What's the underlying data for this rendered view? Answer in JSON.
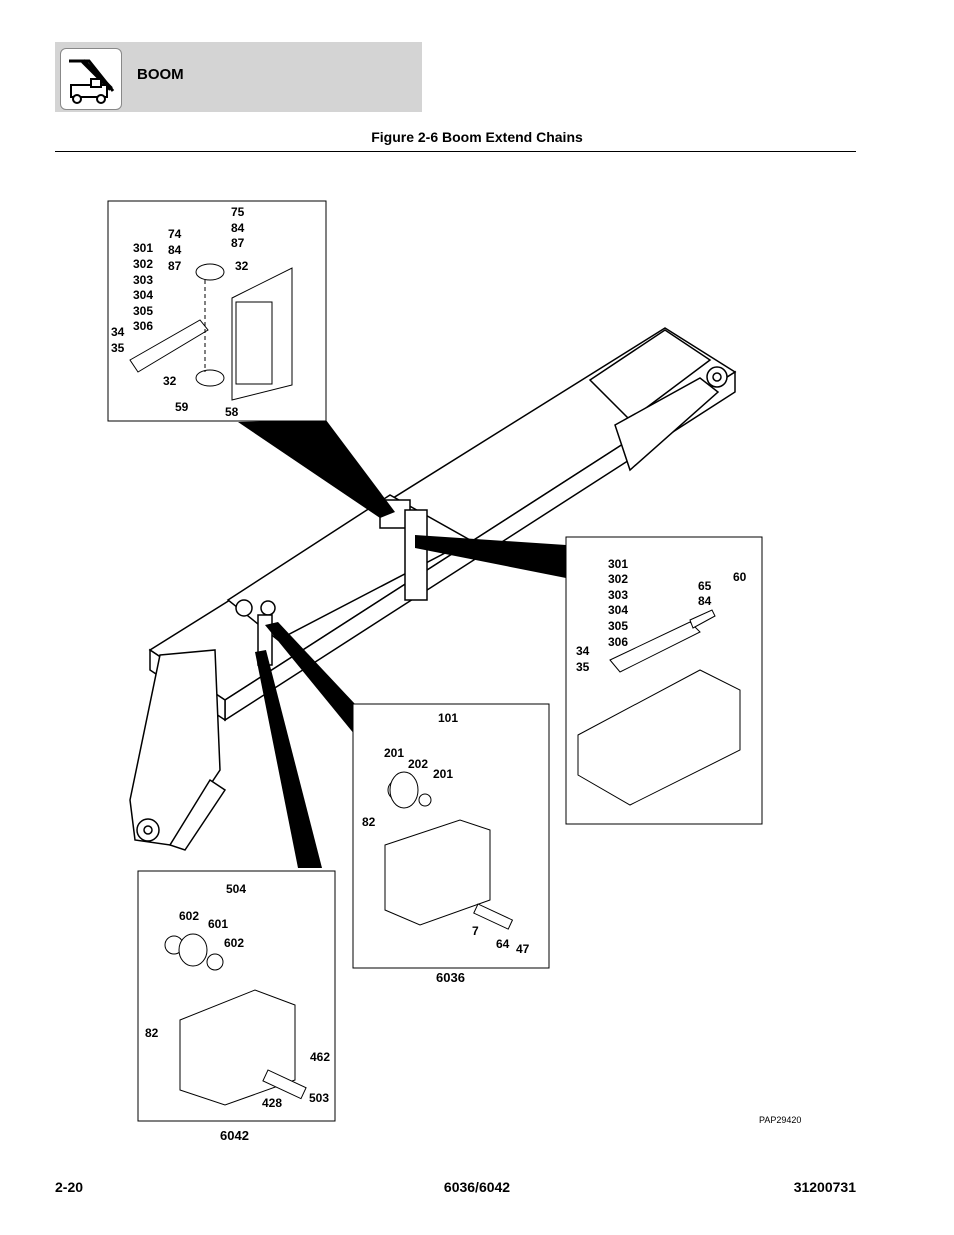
{
  "header": {
    "section_title": "BOOM",
    "icon": "telehandler-icon"
  },
  "figure": {
    "title": "Figure 2-6 Boom Extend Chains",
    "part_code": "PAP29420",
    "captions": {
      "mid_detail": "6036",
      "lower_detail": "6042"
    },
    "callouts": {
      "top_detail": [
        "301",
        "302",
        "303",
        "304",
        "305",
        "306",
        "74",
        "84",
        "87",
        "75",
        "84",
        "87",
        "32",
        "34",
        "35",
        "32",
        "59",
        "58"
      ],
      "right_detail": [
        "301",
        "302",
        "303",
        "304",
        "305",
        "306",
        "65",
        "84",
        "60",
        "34",
        "35"
      ],
      "mid_detail": [
        "101",
        "201",
        "202",
        "201",
        "82",
        "7",
        "64",
        "47"
      ],
      "lower_detail": [
        "504",
        "602",
        "601",
        "602",
        "82",
        "462",
        "428",
        "503"
      ]
    }
  },
  "footer": {
    "page_number": "2-20",
    "model": "6036/6042",
    "manual_number": "31200731"
  }
}
